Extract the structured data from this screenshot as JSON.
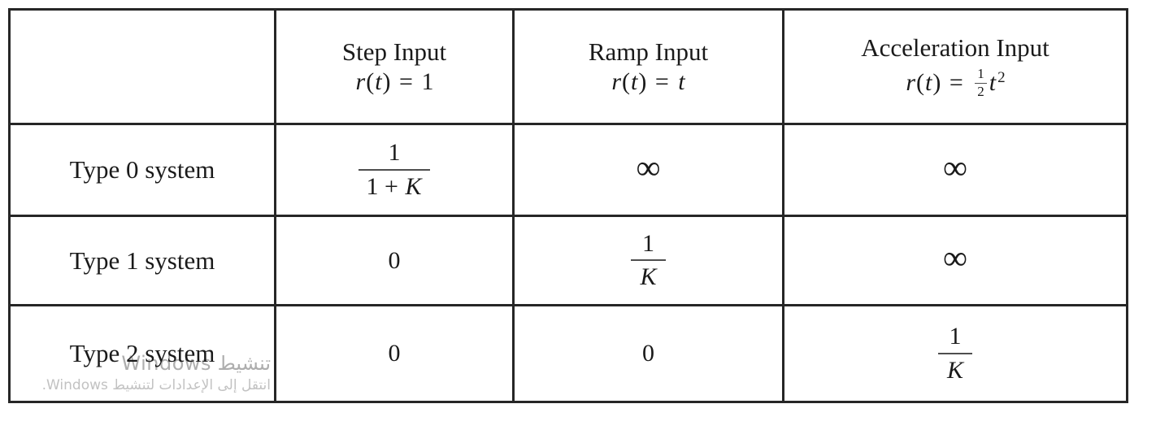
{
  "page": {
    "background_color": "#ffffff"
  },
  "watermark": {
    "line1": "تنشيط Windows",
    "line2": "انتقل إلى الإعدادات لتنشيط Windows.",
    "line1_color": "#aeaeae",
    "line2_color": "#c2c2c2"
  },
  "table": {
    "description": "Steady-state error vs input type table",
    "border_color": "#262626",
    "text_color": "#1a1a1a",
    "infinity_symbol": "∞",
    "columns": [
      {
        "title": "Step Input",
        "formula_text": "r(t) = 1",
        "formula_tokens": [
          {
            "t": "it",
            "v": "r"
          },
          {
            "t": "txt",
            "v": "("
          },
          {
            "t": "it",
            "v": "t"
          },
          {
            "t": "txt",
            "v": ") = 1"
          }
        ]
      },
      {
        "title": "Ramp Input",
        "formula_text": "r(t) = t",
        "formula_tokens": [
          {
            "t": "it",
            "v": "r"
          },
          {
            "t": "txt",
            "v": "("
          },
          {
            "t": "it",
            "v": "t"
          },
          {
            "t": "txt",
            "v": ") = "
          },
          {
            "t": "it",
            "v": "t"
          }
        ]
      },
      {
        "title": "Acceleration Input",
        "formula_text": "r(t) = ½t²",
        "formula_tokens": [
          {
            "t": "it",
            "v": "r"
          },
          {
            "t": "txt",
            "v": "("
          },
          {
            "t": "it",
            "v": "t"
          },
          {
            "t": "txt",
            "v": ") = "
          },
          {
            "t": "frac",
            "small": true,
            "num": [
              {
                "t": "txt",
                "v": "1"
              }
            ],
            "den": [
              {
                "t": "txt",
                "v": "2"
              }
            ]
          },
          {
            "t": "it",
            "v": "t"
          },
          {
            "t": "sup",
            "v": "2"
          }
        ]
      }
    ],
    "rows": [
      {
        "label": "Type 0 system",
        "cells": [
          {
            "text": "1/(1 + K)",
            "tokens": [
              {
                "t": "frac",
                "num": [
                  {
                    "t": "txt",
                    "v": "1"
                  }
                ],
                "den": [
                  {
                    "t": "txt",
                    "v": "1 + "
                  },
                  {
                    "t": "it",
                    "v": "K"
                  }
                ]
              }
            ]
          },
          {
            "text": "∞",
            "tokens": [
              {
                "t": "txt",
                "v": "∞",
                "cls": "inf"
              }
            ]
          },
          {
            "text": "∞",
            "tokens": [
              {
                "t": "txt",
                "v": "∞",
                "cls": "inf"
              }
            ]
          }
        ]
      },
      {
        "label": "Type 1 system",
        "cells": [
          {
            "text": "0",
            "tokens": [
              {
                "t": "txt",
                "v": "0"
              }
            ]
          },
          {
            "text": "1/K",
            "tokens": [
              {
                "t": "frac",
                "num": [
                  {
                    "t": "txt",
                    "v": "1"
                  }
                ],
                "den": [
                  {
                    "t": "it",
                    "v": "K"
                  }
                ]
              }
            ]
          },
          {
            "text": "∞",
            "tokens": [
              {
                "t": "txt",
                "v": "∞",
                "cls": "inf"
              }
            ]
          }
        ]
      },
      {
        "label": "Type 2 system",
        "cells": [
          {
            "text": "0",
            "tokens": [
              {
                "t": "txt",
                "v": "0"
              }
            ]
          },
          {
            "text": "0",
            "tokens": [
              {
                "t": "txt",
                "v": "0"
              }
            ]
          },
          {
            "text": "1/K",
            "tokens": [
              {
                "t": "frac",
                "num": [
                  {
                    "t": "txt",
                    "v": "1"
                  }
                ],
                "den": [
                  {
                    "t": "it",
                    "v": "K"
                  }
                ]
              }
            ]
          }
        ]
      }
    ]
  }
}
